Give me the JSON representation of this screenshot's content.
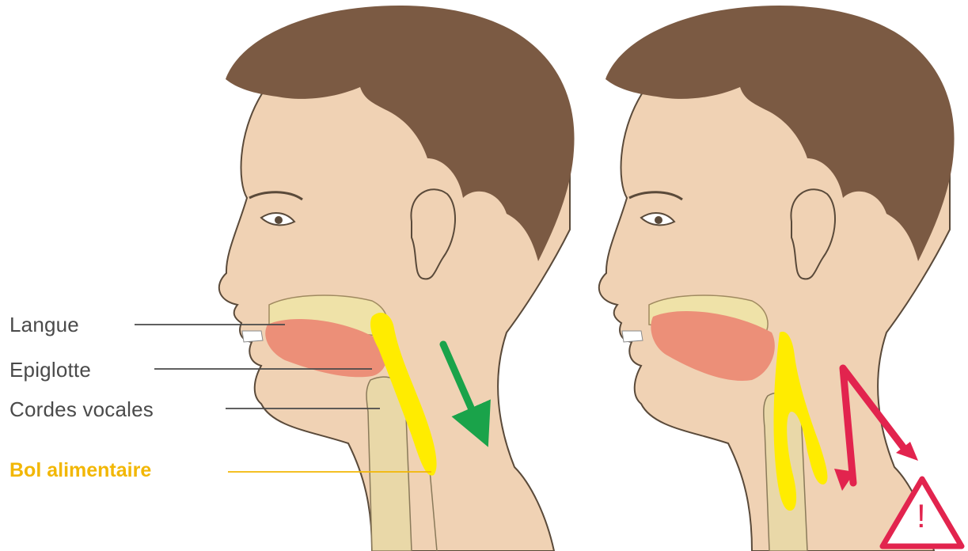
{
  "labels": {
    "tongue": "Langue",
    "epiglottis": "Epiglotte",
    "vocal_cords": "Cordes vocales",
    "bolus": "Bol alimentaire"
  },
  "warning_mark": "!",
  "colors": {
    "hair": "#7b5a43",
    "skin": "#f0d2b4",
    "outline": "#5a4a3a",
    "tongue": "#ec8f78",
    "palate": "#efe2a8",
    "bolus": "#ffec00",
    "bolus_label": "#f2b705",
    "safe_arrow": "#1aa34a",
    "danger_arrow": "#e2244e",
    "label_text": "#4a4a4a"
  },
  "icons": [
    "safe-swallow-arrow",
    "aspiration-arrow",
    "warning-triangle-icon"
  ]
}
